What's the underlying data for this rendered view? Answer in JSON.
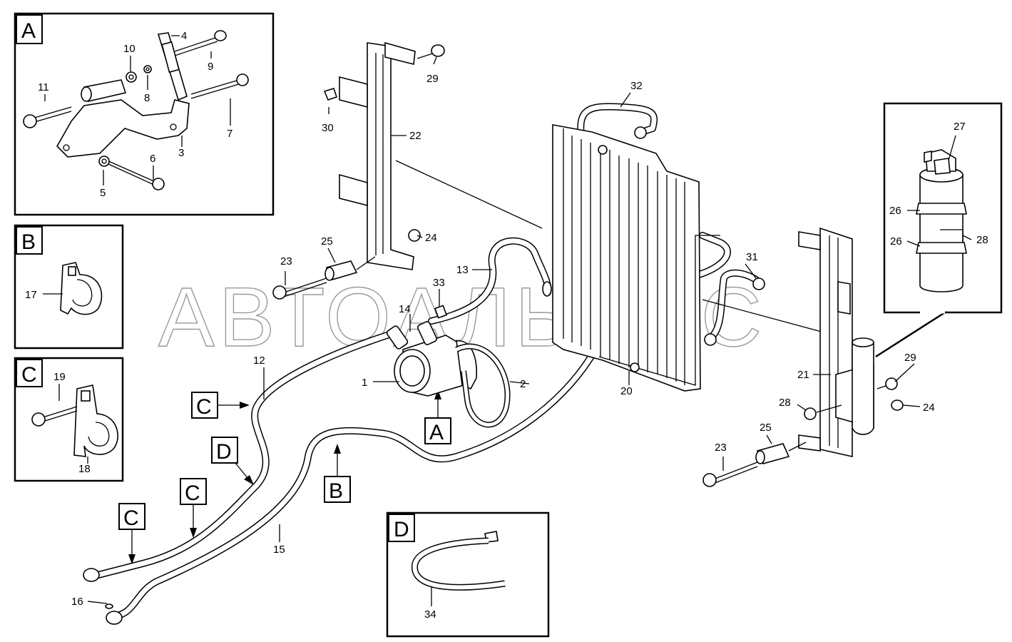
{
  "watermark": "АВТОАЛЬЯНС",
  "insets": {
    "A": {
      "letter": "A",
      "labels": [
        "4",
        "9",
        "10",
        "8",
        "11",
        "7",
        "3",
        "6",
        "5"
      ]
    },
    "B": {
      "letter": "B",
      "labels": [
        "17"
      ]
    },
    "C": {
      "letter": "C",
      "labels": [
        "19",
        "18"
      ]
    },
    "D": {
      "letter": "D",
      "labels": [
        "34"
      ]
    }
  },
  "callout_tags": [
    "A",
    "B",
    "C",
    "C",
    "C",
    "D"
  ],
  "labels": {
    "l1": "1",
    "l2": "2",
    "l12": "12",
    "l13": "13",
    "l14": "14",
    "l15": "15",
    "l16": "16",
    "l20": "20",
    "l21": "21",
    "l22": "22",
    "l23a": "23",
    "l23b": "23",
    "l24a": "24",
    "l24b": "24",
    "l25a": "25",
    "l25b": "25",
    "l26a": "26",
    "l26b": "26",
    "l27": "27",
    "l28a": "28",
    "l28b": "28",
    "l29a": "29",
    "l29b": "29",
    "l30": "30",
    "l31": "31",
    "l32": "32",
    "l33": "33"
  }
}
